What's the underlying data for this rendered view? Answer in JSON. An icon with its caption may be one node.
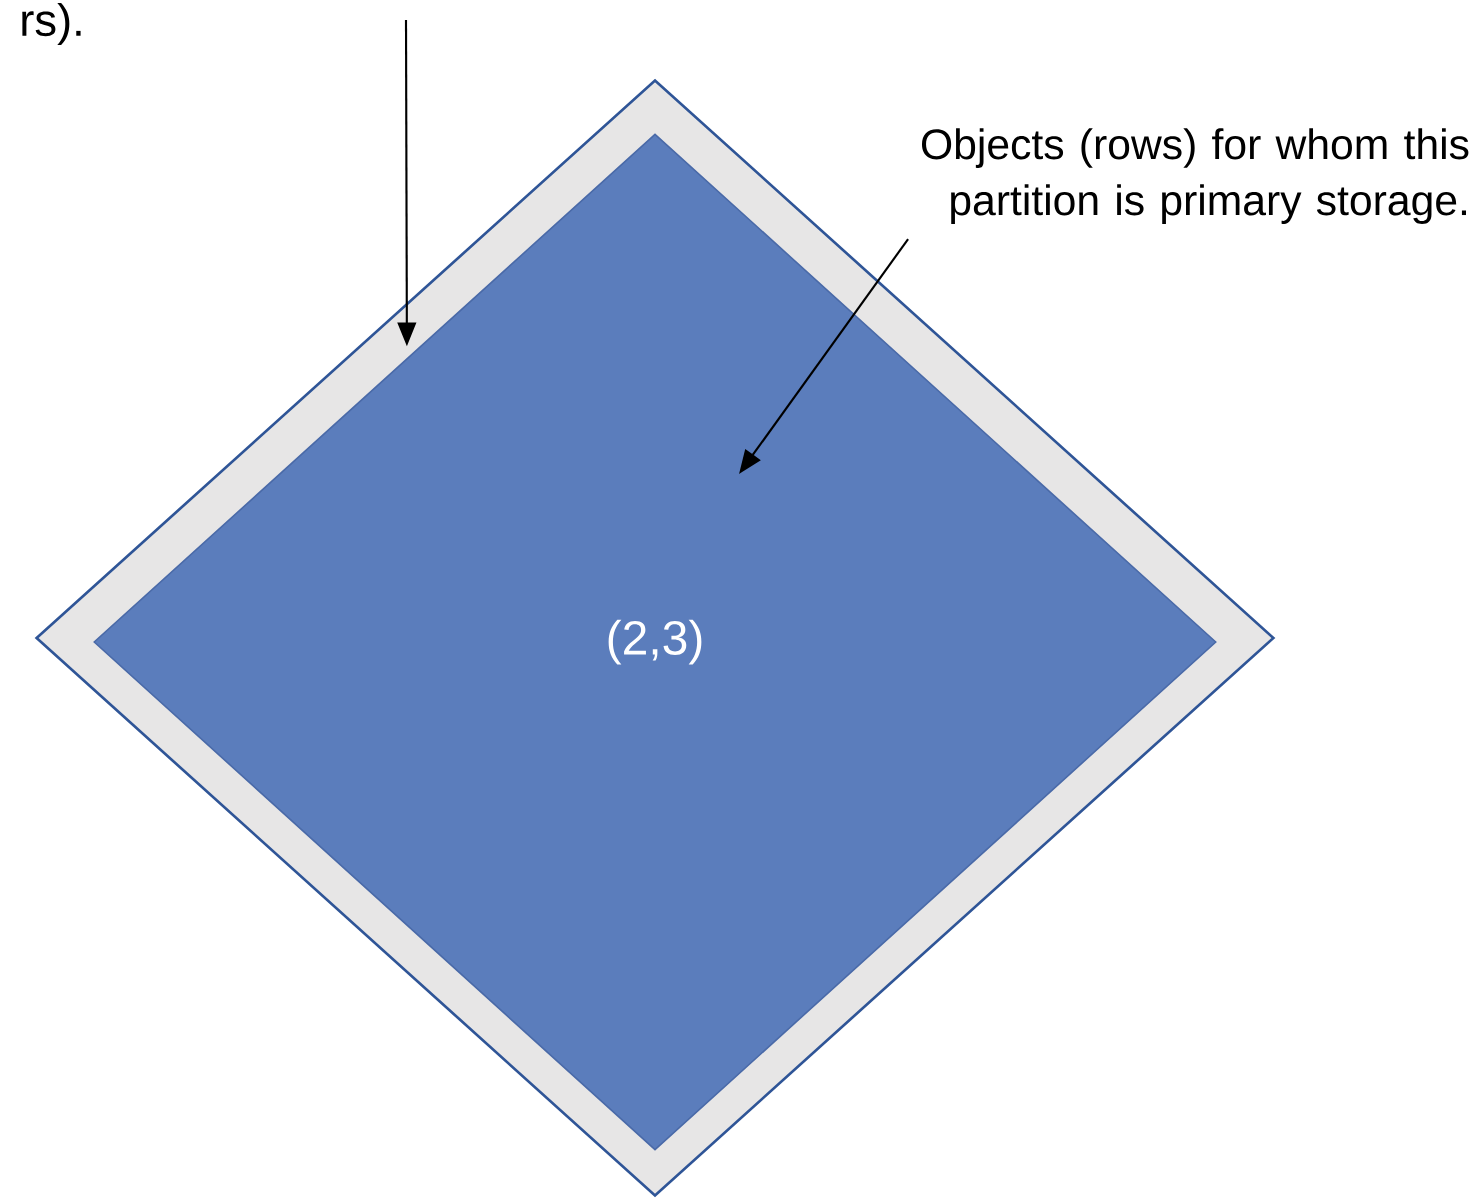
{
  "diagram": {
    "nodes": [
      {
        "text": [],
        "shape": "diamond"
      },
      {
        "text": [
          "(2,3)"
        ],
        "in": 0
      },
      {
        "text": [
          "Objects (rows) for whom this partition is primary storage."
        ]
      }
    ],
    "edges": [
      {
        "from": null,
        "to": 0,
        "arrow": "to"
      },
      {
        "from": 2,
        "to": 1,
        "arrow": "to"
      }
    ],
    "labels": [
      "rs)."
    ]
  }
}
